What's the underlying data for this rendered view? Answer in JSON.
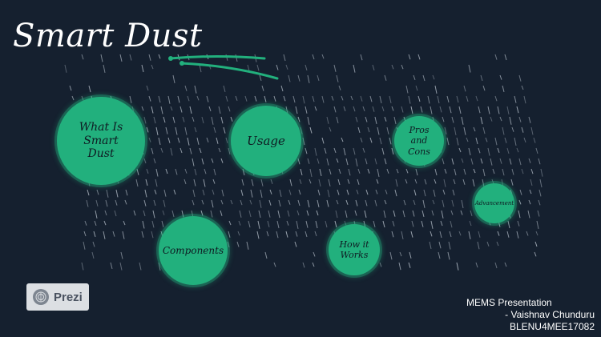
{
  "presentation": {
    "title": "Smart Dust"
  },
  "topics": {
    "what_is": "What Is Smart Dust",
    "usage": "Usage",
    "pros_cons": "Pros and Cons",
    "advancement": "Advancement",
    "components": "Components",
    "how_it_works": "How it Works"
  },
  "branding": {
    "label": "Prezi",
    "icon": "prezi-logo-icon"
  },
  "credits": {
    "line1": "MEMS Presentation",
    "line2": "- Vaishnav Chunduru",
    "line3": "BLENU4MEE17082"
  },
  "colors": {
    "background": "#15202f",
    "accent": "#22b07d",
    "text": "#ffffff"
  }
}
